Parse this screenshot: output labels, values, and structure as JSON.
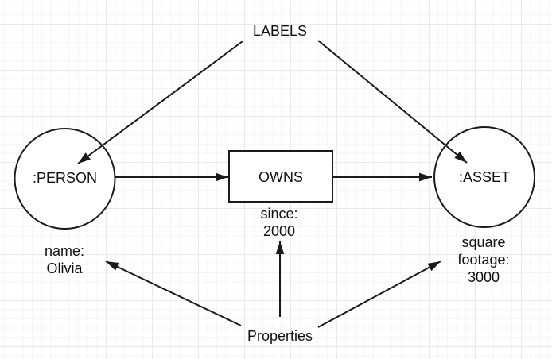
{
  "canvas": {
    "background_color": "#ffffff",
    "grid_minor_color": "#f5f5f5",
    "grid_major_color": "#e9e9e9",
    "stroke_color": "#1a1a1a",
    "text_color": "#111111"
  },
  "annotations": {
    "labels": "LABELS",
    "properties": "Properties"
  },
  "nodes": {
    "person": {
      "label": ":PERSON"
    },
    "asset": {
      "label": ":ASSET"
    }
  },
  "relationship": {
    "label": "OWNS"
  },
  "properties_text": {
    "person": {
      "line1": "name:",
      "line2": "Olivia"
    },
    "relationship": {
      "line1": "since:",
      "line2": "2000"
    },
    "asset": {
      "line1": "square",
      "line2": "footage:",
      "line3": "3000"
    }
  }
}
